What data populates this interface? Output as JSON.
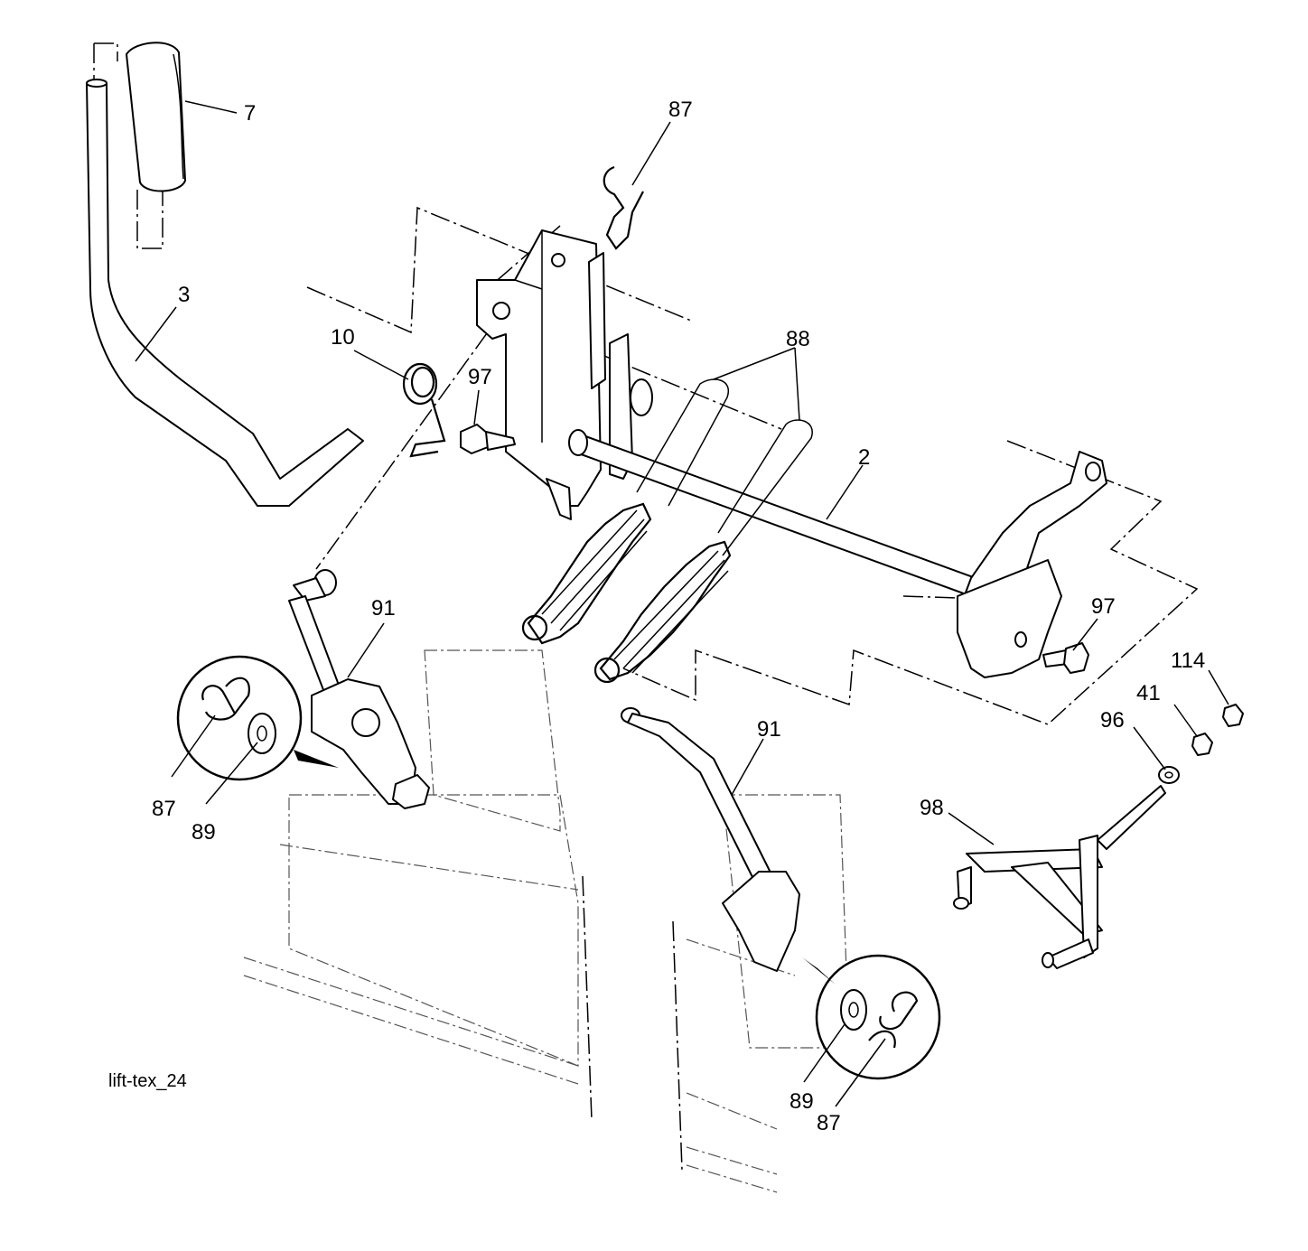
{
  "caption": "lift-tex_24",
  "labels": {
    "l7": "7",
    "l3": "3",
    "l87_top": "87",
    "l10": "10",
    "l97_left": "97",
    "l88": "88",
    "l2": "2",
    "l91_left": "91",
    "l97_right": "97",
    "l114": "114",
    "l41": "41",
    "l96": "96",
    "l91_right": "91",
    "l98": "98",
    "l87_left": "87",
    "l89_left": "89",
    "l89_right": "89",
    "l87_right": "87"
  }
}
